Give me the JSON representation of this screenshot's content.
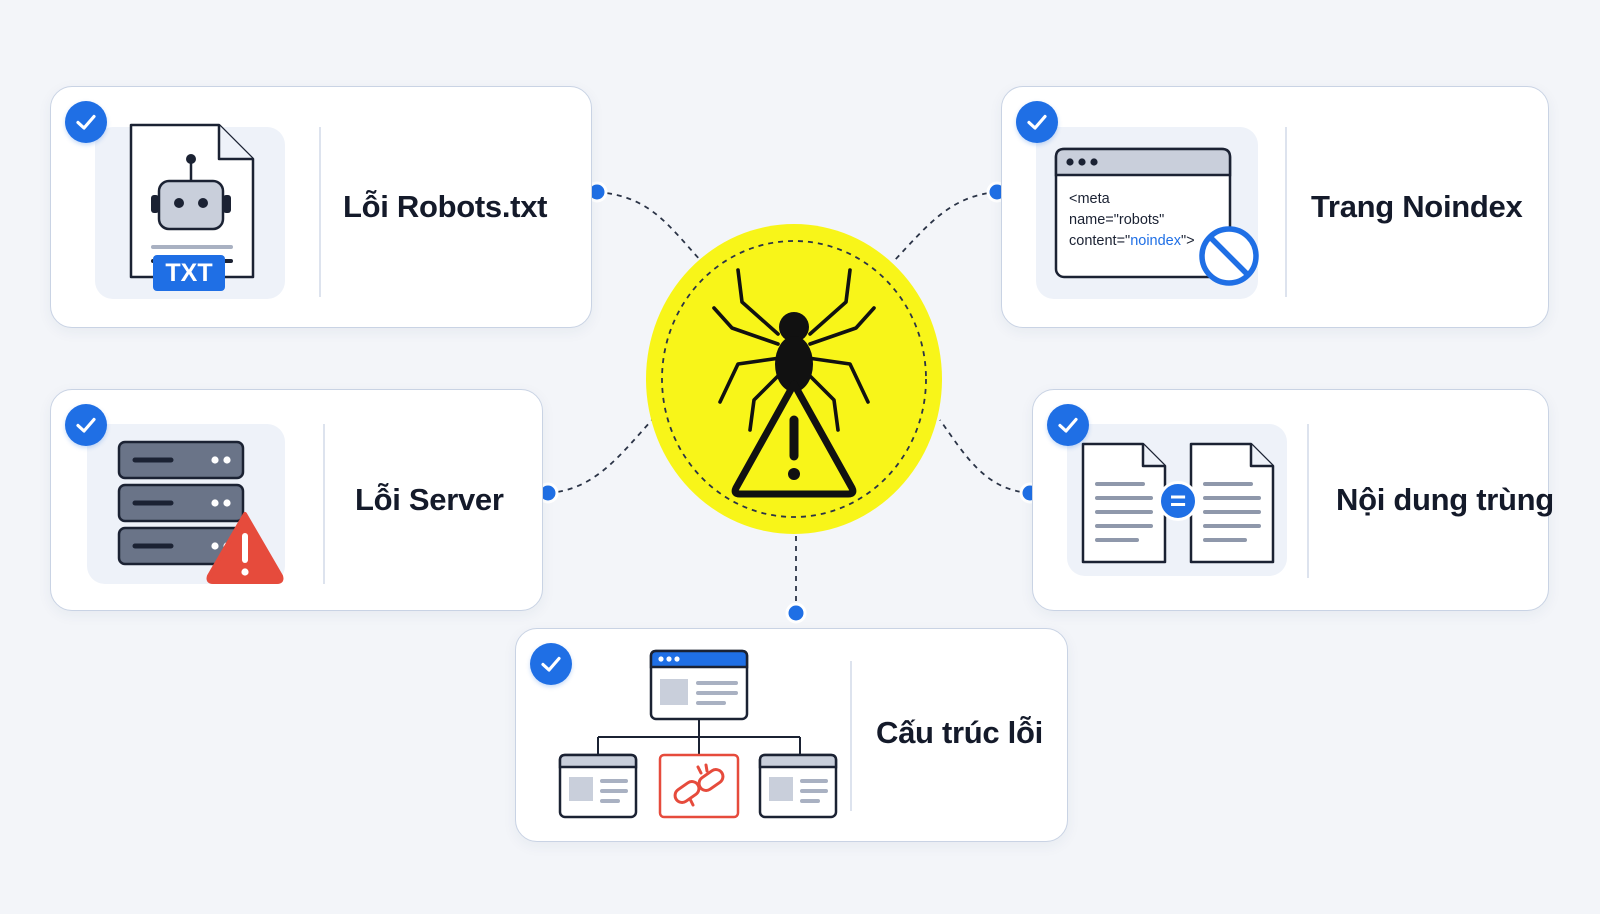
{
  "diagram": {
    "nodes": [
      {
        "id": "robots",
        "label": "Lỗi Robots.txt",
        "file_badge": "TXT",
        "checked": true
      },
      {
        "id": "noindex",
        "label": "Trang Noindex",
        "code_lines": [
          "<meta",
          "name=\"robots\"",
          "content=\""
        ],
        "code_keyword": "noindex",
        "code_close": "\">",
        "checked": true
      },
      {
        "id": "server",
        "label": "Lỗi Server",
        "checked": true
      },
      {
        "id": "duplicate",
        "label": "Nội dung trùng",
        "equals_symbol": "=",
        "checked": true
      },
      {
        "id": "structure",
        "label": "Cấu trúc lỗi",
        "checked": true
      }
    ],
    "hub": {
      "icon": "spider-warning-icon"
    },
    "colors": {
      "accent": "#1f6fe5",
      "hub": "#f8f519",
      "error": "#e64b3c",
      "card_border": "#c9d3e4",
      "icon_panel": "#eef2f9"
    }
  }
}
